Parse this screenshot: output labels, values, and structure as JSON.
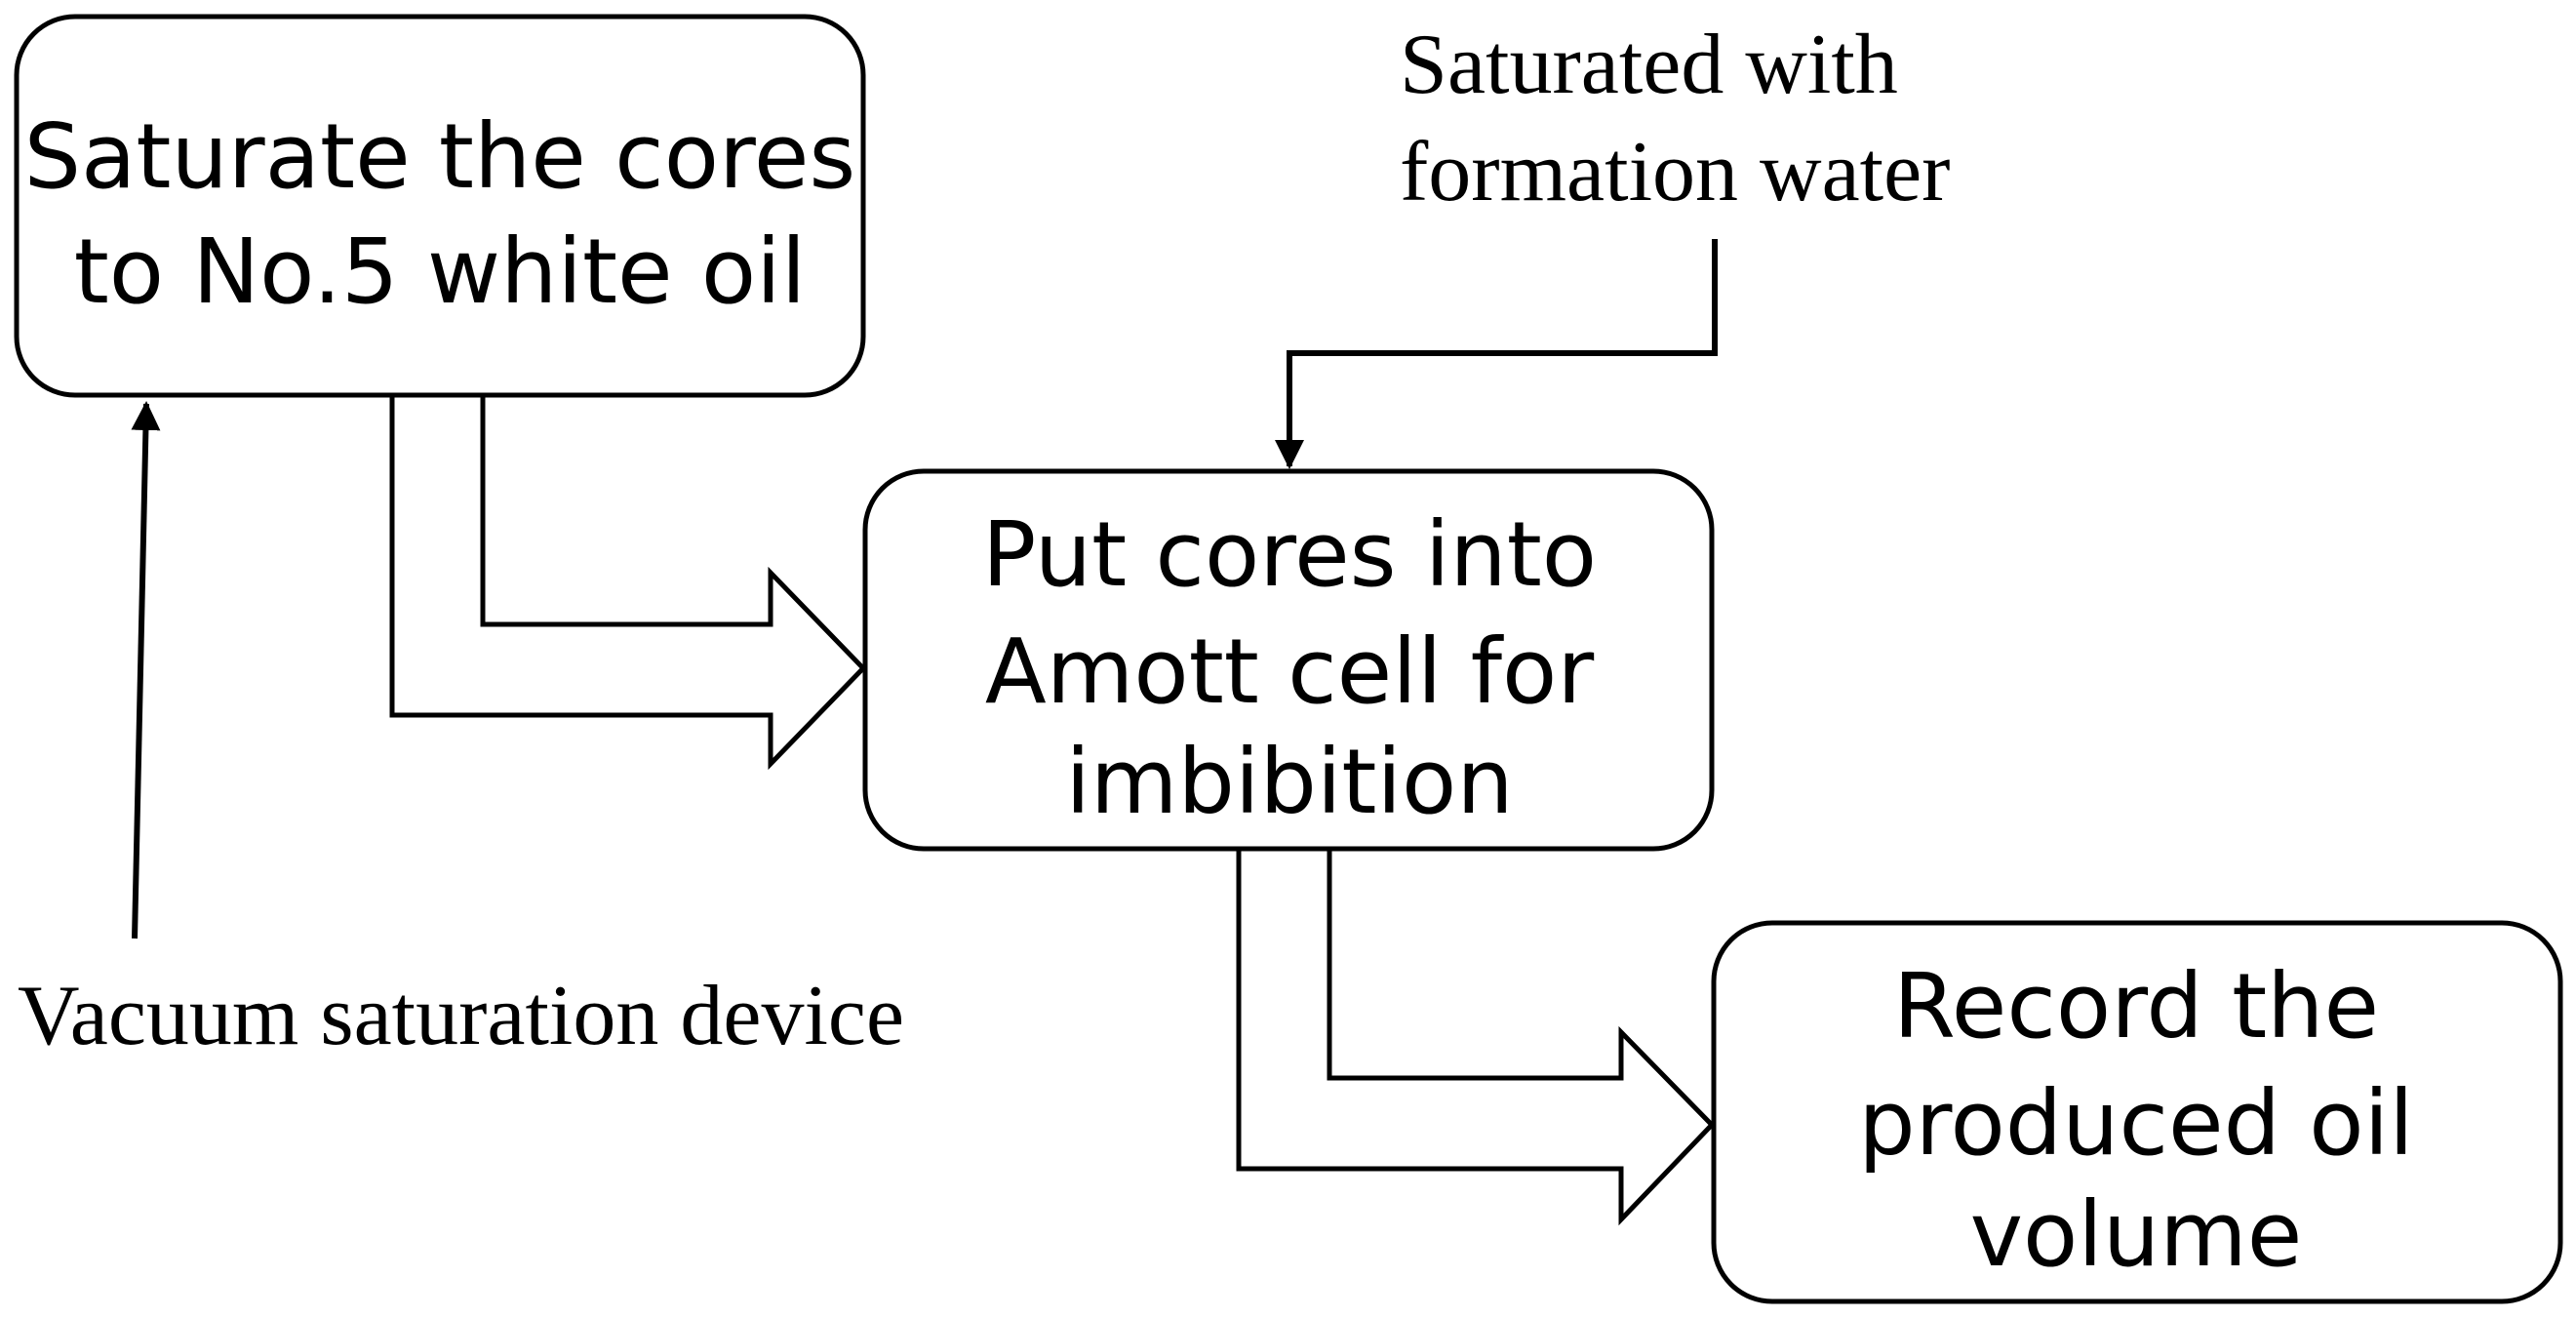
{
  "diagram": {
    "boxes": {
      "saturate": {
        "lines": [
          "Saturate the cores",
          "to No.5 white oil"
        ]
      },
      "amott": {
        "lines": [
          "Put cores into",
          "Amott cell for",
          "imbibition"
        ]
      },
      "record": {
        "lines": [
          "Record the",
          "produced oil",
          "volume"
        ]
      }
    },
    "annotations": {
      "formation_water": [
        "Saturated with",
        "formation water"
      ],
      "vacuum_device": "Vacuum saturation device"
    },
    "colors": {
      "stroke": "#000000",
      "fill": "#ffffff",
      "text": "#000000"
    }
  }
}
